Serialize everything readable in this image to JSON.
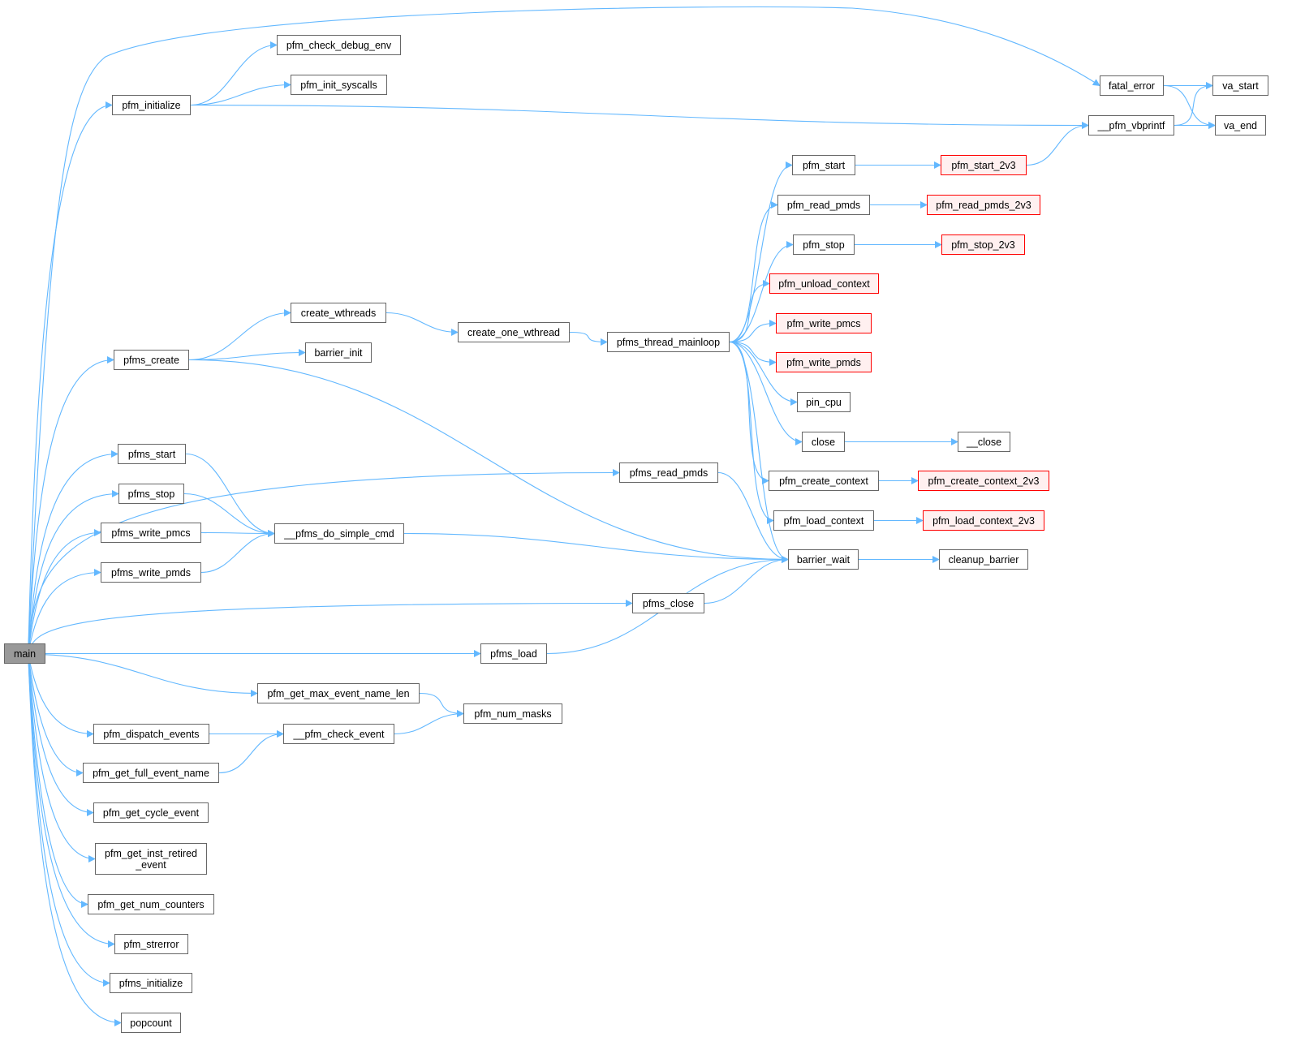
{
  "nodes": [
    {
      "id": "main",
      "label": "main",
      "kind": "root"
    },
    {
      "id": "pfm_initialize",
      "label": "pfm_initialize"
    },
    {
      "id": "pfm_check_debug_env",
      "label": "pfm_check_debug_env"
    },
    {
      "id": "pfm_init_syscalls",
      "label": "pfm_init_syscalls"
    },
    {
      "id": "pfms_create",
      "label": "pfms_create"
    },
    {
      "id": "create_wthreads",
      "label": "create_wthreads"
    },
    {
      "id": "barrier_init",
      "label": "barrier_init"
    },
    {
      "id": "create_one_wthread",
      "label": "create_one_wthread"
    },
    {
      "id": "pfms_thread_mainloop",
      "label": "pfms_thread_mainloop"
    },
    {
      "id": "pfm_start",
      "label": "pfm_start"
    },
    {
      "id": "pfm_read_pmds",
      "label": "pfm_read_pmds"
    },
    {
      "id": "pfm_stop",
      "label": "pfm_stop"
    },
    {
      "id": "pfm_unload_context",
      "label": "pfm_unload_context",
      "kind": "trunc"
    },
    {
      "id": "pfm_write_pmcs",
      "label": "pfm_write_pmcs",
      "kind": "trunc"
    },
    {
      "id": "pfm_write_pmds",
      "label": "pfm_write_pmds",
      "kind": "trunc"
    },
    {
      "id": "pin_cpu",
      "label": "pin_cpu"
    },
    {
      "id": "close",
      "label": "close"
    },
    {
      "id": "pfm_create_context",
      "label": "pfm_create_context"
    },
    {
      "id": "pfm_load_context",
      "label": "pfm_load_context"
    },
    {
      "id": "barrier_wait",
      "label": "barrier_wait"
    },
    {
      "id": "pfm_start_2v3",
      "label": "pfm_start_2v3",
      "kind": "trunc"
    },
    {
      "id": "pfm_read_pmds_2v3",
      "label": "pfm_read_pmds_2v3",
      "kind": "trunc"
    },
    {
      "id": "pfm_stop_2v3",
      "label": "pfm_stop_2v3",
      "kind": "trunc"
    },
    {
      "id": "__close",
      "label": "__close"
    },
    {
      "id": "pfm_create_context_2v3",
      "label": "pfm_create_context_2v3",
      "kind": "trunc"
    },
    {
      "id": "pfm_load_context_2v3",
      "label": "pfm_load_context_2v3",
      "kind": "trunc"
    },
    {
      "id": "cleanup_barrier",
      "label": "cleanup_barrier"
    },
    {
      "id": "fatal_error",
      "label": "fatal_error"
    },
    {
      "id": "__pfm_vbprintf",
      "label": "__pfm_vbprintf"
    },
    {
      "id": "va_start",
      "label": "va_start"
    },
    {
      "id": "va_end",
      "label": "va_end"
    },
    {
      "id": "pfms_start",
      "label": "pfms_start"
    },
    {
      "id": "pfms_stop",
      "label": "pfms_stop"
    },
    {
      "id": "pfms_write_pmcs",
      "label": "pfms_write_pmcs"
    },
    {
      "id": "pfms_write_pmds",
      "label": "pfms_write_pmds"
    },
    {
      "id": "__pfms_do_simple_cmd",
      "label": "__pfms_do_simple_cmd"
    },
    {
      "id": "pfms_read_pmds",
      "label": "pfms_read_pmds"
    },
    {
      "id": "pfms_close",
      "label": "pfms_close"
    },
    {
      "id": "pfms_load",
      "label": "pfms_load"
    },
    {
      "id": "pfm_get_max_event_name_len",
      "label": "pfm_get_max_event_name_len"
    },
    {
      "id": "pfm_num_masks",
      "label": "pfm_num_masks"
    },
    {
      "id": "pfm_dispatch_events",
      "label": "pfm_dispatch_events"
    },
    {
      "id": "__pfm_check_event",
      "label": "__pfm_check_event"
    },
    {
      "id": "pfm_get_full_event_name",
      "label": "pfm_get_full_event_name"
    },
    {
      "id": "pfm_get_cycle_event",
      "label": "pfm_get_cycle_event"
    },
    {
      "id": "pfm_get_inst_retired_event",
      "label": "pfm_get_inst_retired\n_event"
    },
    {
      "id": "pfm_get_num_counters",
      "label": "pfm_get_num_counters"
    },
    {
      "id": "pfm_strerror",
      "label": "pfm_strerror"
    },
    {
      "id": "pfms_initialize",
      "label": "pfms_initialize"
    },
    {
      "id": "popcount",
      "label": "popcount"
    }
  ],
  "edges": [
    [
      "main",
      "pfm_initialize"
    ],
    [
      "main",
      "fatal_error"
    ],
    [
      "main",
      "pfms_create"
    ],
    [
      "main",
      "pfms_read_pmds"
    ],
    [
      "main",
      "pfms_start"
    ],
    [
      "main",
      "pfms_stop"
    ],
    [
      "main",
      "pfms_write_pmcs"
    ],
    [
      "main",
      "pfms_write_pmds"
    ],
    [
      "main",
      "pfms_close"
    ],
    [
      "main",
      "pfms_load"
    ],
    [
      "main",
      "pfm_get_max_event_name_len"
    ],
    [
      "main",
      "pfm_dispatch_events"
    ],
    [
      "main",
      "pfm_get_full_event_name"
    ],
    [
      "main",
      "pfm_get_cycle_event"
    ],
    [
      "main",
      "pfm_get_inst_retired_event"
    ],
    [
      "main",
      "pfm_get_num_counters"
    ],
    [
      "main",
      "pfm_strerror"
    ],
    [
      "main",
      "pfms_initialize"
    ],
    [
      "main",
      "popcount"
    ],
    [
      "pfm_initialize",
      "pfm_check_debug_env"
    ],
    [
      "pfm_initialize",
      "pfm_init_syscalls"
    ],
    [
      "pfm_initialize",
      "__pfm_vbprintf"
    ],
    [
      "fatal_error",
      "va_start"
    ],
    [
      "fatal_error",
      "va_end"
    ],
    [
      "__pfm_vbprintf",
      "va_start"
    ],
    [
      "__pfm_vbprintf",
      "va_end"
    ],
    [
      "pfms_create",
      "create_wthreads"
    ],
    [
      "pfms_create",
      "barrier_init"
    ],
    [
      "pfms_create",
      "barrier_wait"
    ],
    [
      "create_wthreads",
      "create_one_wthread"
    ],
    [
      "create_one_wthread",
      "pfms_thread_mainloop"
    ],
    [
      "pfms_thread_mainloop",
      "pfm_start"
    ],
    [
      "pfms_thread_mainloop",
      "pfm_read_pmds"
    ],
    [
      "pfms_thread_mainloop",
      "pfm_stop"
    ],
    [
      "pfms_thread_mainloop",
      "pfm_unload_context"
    ],
    [
      "pfms_thread_mainloop",
      "pfm_write_pmcs"
    ],
    [
      "pfms_thread_mainloop",
      "pfm_write_pmds"
    ],
    [
      "pfms_thread_mainloop",
      "pin_cpu"
    ],
    [
      "pfms_thread_mainloop",
      "close"
    ],
    [
      "pfms_thread_mainloop",
      "pfm_create_context"
    ],
    [
      "pfms_thread_mainloop",
      "pfm_load_context"
    ],
    [
      "pfms_thread_mainloop",
      "barrier_wait"
    ],
    [
      "pfm_start",
      "pfm_start_2v3"
    ],
    [
      "pfm_read_pmds",
      "pfm_read_pmds_2v3"
    ],
    [
      "pfm_stop",
      "pfm_stop_2v3"
    ],
    [
      "close",
      "__close"
    ],
    [
      "pfm_create_context",
      "pfm_create_context_2v3"
    ],
    [
      "pfm_load_context",
      "pfm_load_context_2v3"
    ],
    [
      "pfm_start_2v3",
      "__pfm_vbprintf"
    ],
    [
      "barrier_wait",
      "cleanup_barrier"
    ],
    [
      "pfms_start",
      "__pfms_do_simple_cmd"
    ],
    [
      "pfms_stop",
      "__pfms_do_simple_cmd"
    ],
    [
      "pfms_write_pmcs",
      "__pfms_do_simple_cmd"
    ],
    [
      "pfms_write_pmds",
      "__pfms_do_simple_cmd"
    ],
    [
      "__pfms_do_simple_cmd",
      "barrier_wait"
    ],
    [
      "pfms_read_pmds",
      "barrier_wait"
    ],
    [
      "pfms_close",
      "barrier_wait"
    ],
    [
      "pfms_load",
      "barrier_wait"
    ],
    [
      "pfm_get_max_event_name_len",
      "pfm_num_masks"
    ],
    [
      "pfm_dispatch_events",
      "__pfm_check_event"
    ],
    [
      "pfm_get_full_event_name",
      "__pfm_check_event"
    ],
    [
      "__pfm_check_event",
      "pfm_num_masks"
    ]
  ],
  "colors": {
    "edge": "#63b8ff",
    "node_border": "#666666",
    "root_fill": "#999999",
    "truncated_border": "#ff0000",
    "truncated_fill": "#fff0f0"
  }
}
